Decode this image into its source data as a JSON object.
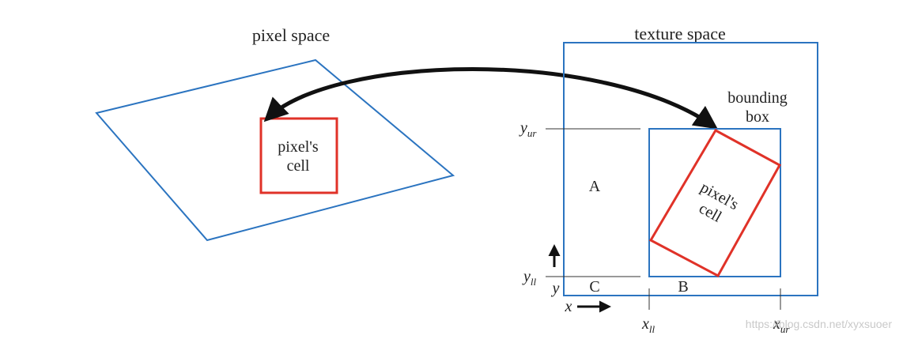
{
  "pixel_space": {
    "title": "pixel space",
    "cell_label_line1": "pixel's",
    "cell_label_line2": "cell"
  },
  "texture_space": {
    "title": "texture space",
    "bbox_label_line1": "bounding",
    "bbox_label_line2": "box",
    "cell_label_line1": "pixel's",
    "cell_label_line2": "cell",
    "region_a": "A",
    "region_b": "B",
    "region_c": "C",
    "y_ur": {
      "base": "y",
      "sub": "ur"
    },
    "y_ll": {
      "base": "y",
      "sub": "ll"
    },
    "x_ll": {
      "base": "x",
      "sub": "ll"
    },
    "x_ur": {
      "base": "x",
      "sub": "ur"
    },
    "y_axis_label": "y",
    "x_axis_label": "x"
  },
  "colors": {
    "outline_blue": "#2b74c0",
    "cell_red": "#e03228",
    "arrow": "#111111",
    "guide": "#333333"
  },
  "watermark": "https://blog.csdn.net/xyxsuoer"
}
